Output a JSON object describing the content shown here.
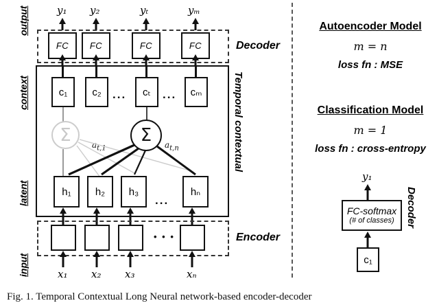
{
  "figure": {
    "caption": "Fig. 1. Temporal Contextual Long Neural network-based encoder-decoder",
    "divider": "vertical-dashed-divider"
  },
  "left_axis_labels": [
    {
      "name": "output",
      "text": "output"
    },
    {
      "name": "context",
      "text": "context"
    },
    {
      "name": "latent",
      "text": "latent"
    },
    {
      "name": "input",
      "text": "input"
    }
  ],
  "groups": {
    "decoder": {
      "label": "Decoder"
    },
    "encoder": {
      "label": "Encoder"
    },
    "temporal": {
      "label": "Temporal contextual"
    }
  },
  "output_layer": {
    "labels": [
      "y₁",
      "y₂",
      "yₜ",
      "yₘ"
    ],
    "units": [
      "FC",
      "FC",
      "FC",
      "FC"
    ]
  },
  "context_layer": {
    "units": [
      "c₁",
      "c₂",
      "cₜ",
      "cₘ"
    ],
    "ellipsis": [
      "...",
      "..."
    ]
  },
  "attention": {
    "sigma_glyph": "Σ",
    "ghost_sigma_glyph": "Σ",
    "weight_left": "a",
    "weight_left_sub": "t,1",
    "weight_right": "a",
    "weight_right_sub": "t,n"
  },
  "latent_layer": {
    "units": [
      "h₁",
      "h₂",
      "h₃",
      "hₙ"
    ],
    "ellipsis": "..."
  },
  "input_layer": {
    "units": [
      "",
      "",
      "",
      ""
    ],
    "labels": [
      "x₁",
      "x₂",
      "x₃",
      "xₙ"
    ],
    "ellipsis": "• • •"
  },
  "right_panel": {
    "autoencoder": {
      "title": "Autoencoder Model",
      "equation": "m = n",
      "loss": "loss fn : MSE"
    },
    "classification": {
      "title": "Classification Model",
      "equation": "m = 1",
      "loss": "loss fn : cross-entropy",
      "output_label": "y₁",
      "fc_line1": "FC-softmax",
      "fc_line2": "(# of classes)",
      "context_unit": "c₁",
      "decoder_label": "Decoder"
    }
  },
  "colors": {
    "ink": "#111111",
    "ghost": "#c8c8c8",
    "dash": "#333333",
    "background": "#ffffff"
  }
}
